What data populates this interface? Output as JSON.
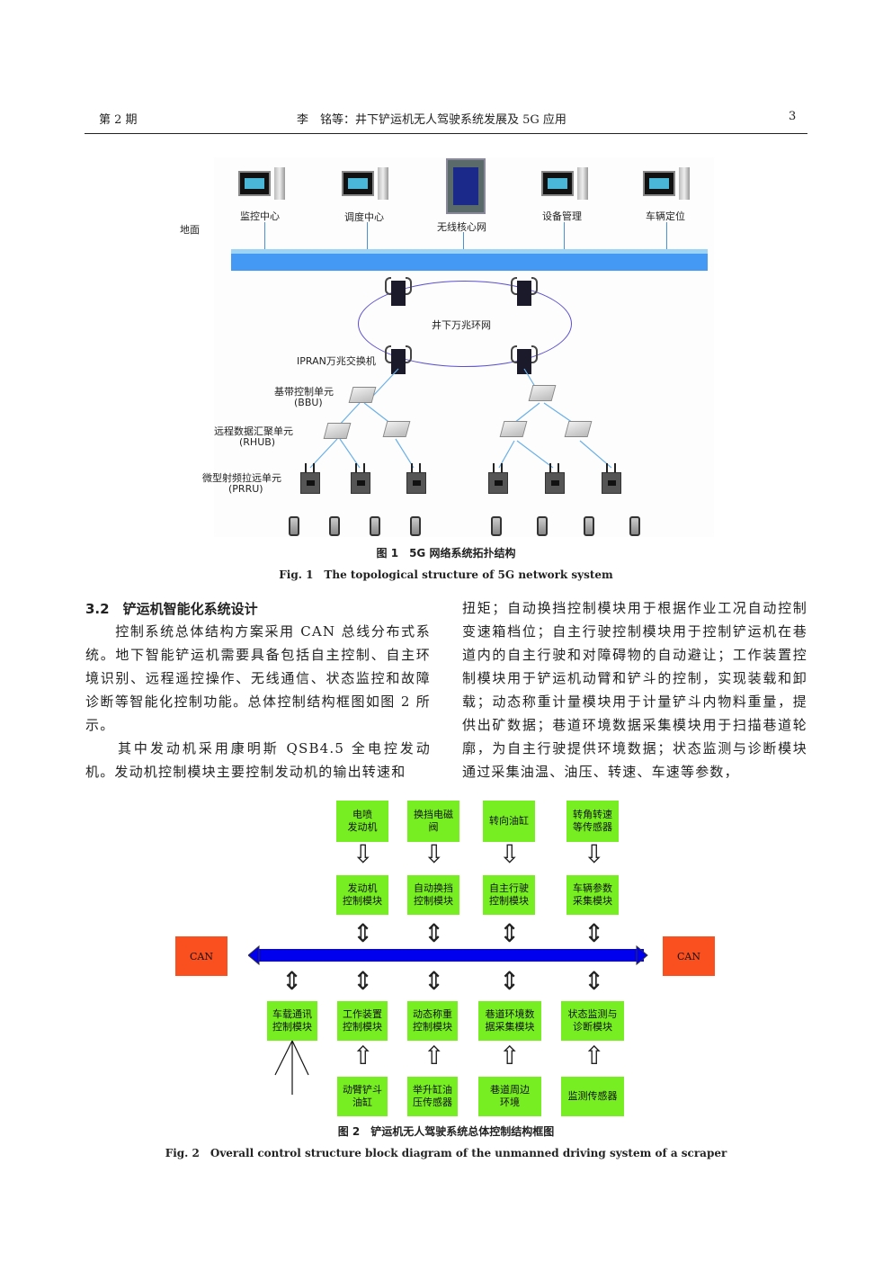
{
  "header": {
    "issue": "第 2 期",
    "title": "李　铭等：井下铲运机无人驾驶系统发展及 5G 应用",
    "page": "3"
  },
  "figure1": {
    "ground_label": "地面",
    "ground_nodes": [
      "监控中心",
      "调度中心",
      "无线核心网",
      "设备管理",
      "车辆定位"
    ],
    "ring_label": "井下万兆环网",
    "switch_label": "IPRAN万兆交换机",
    "bbu_label": "基带控制单元",
    "bbu_abbr": "(BBU)",
    "rhub_label": "远程数据汇聚单元",
    "rhub_abbr": "(RHUB)",
    "prru_label": "微型射频拉远单元",
    "prru_abbr": "(PRRU)",
    "caption_cn": "图 1　5G 网络系统拓扑结构",
    "caption_en": "Fig. 1　The topological structure of 5G network system"
  },
  "section": {
    "heading": "3.2　铲运机智能化系统设计",
    "left_col": [
      "　　控制系统总体结构方案采用 CAN 总线分布式系统。地下智能铲运机需要具备包括自主控制、自主环境识别、远程遥控操作、无线通信、状态监控和故障诊断等智能化控制功能。总体控制结构框图如图 2 所示。",
      "　　其中发动机采用康明斯 QSB4.5 全电控发动机。发动机控制模块主要控制发动机的输出转速和"
    ],
    "right_col": "扭矩；自动换挡控制模块用于根据作业工况自动控制变速箱档位；自主行驶控制模块用于控制铲运机在巷道内的自主行驶和对障碍物的自动避让；工作装置控制模块用于铲运机动臂和铲斗的控制，实现装载和卸载；动态称重计量模块用于计量铲斗内物料重量，提供出矿数据；巷道环境数据采集模块用于扫描巷道轮廓，为自主行驶提供环境数据；状态监测与诊断模块通过采集油温、油压、转速、车速等参数，"
  },
  "figure2": {
    "top_sources": [
      "电喷\n发动机",
      "换挡电磁\n阀",
      "转向油缸",
      "转角转速\n等传感器"
    ],
    "top_modules": [
      "发动机\n控制模块",
      "自动换挡\n控制模块",
      "自主行驶\n控制模块",
      "车辆参数\n采集模块"
    ],
    "can_left": "CAN",
    "can_right": "CAN",
    "bottom_modules": [
      "车载通讯\n控制模块",
      "工作装置\n控制模块",
      "动态称重\n控制模块",
      "巷道环境数\n据采集模块",
      "状态监测与\n诊断模块"
    ],
    "bottom_sources": [
      "动臂铲斗\n油缸",
      "举升缸油\n压传感器",
      "巷道周边\n环境",
      "监测传感器"
    ],
    "caption_cn": "图 2　铲运机无人驾驶系统总体控制结构框图",
    "caption_en": "Fig. 2　Overall control structure block diagram of the unmanned driving system of a scraper"
  }
}
